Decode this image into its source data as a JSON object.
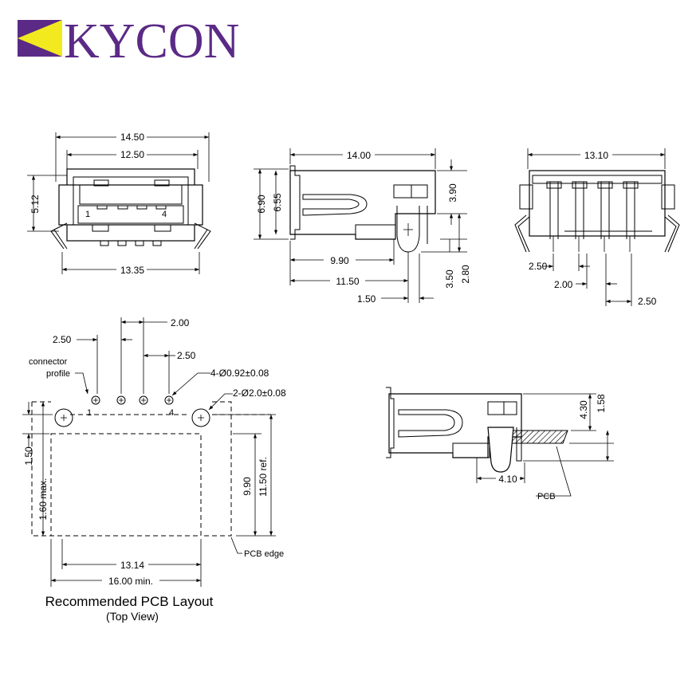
{
  "brand": {
    "name": "KYCON",
    "color": "#5b2a86",
    "accent": "#f2ea1e"
  },
  "front_view": {
    "dims": [
      "14.50",
      "12.50",
      "5.12",
      "13.35"
    ],
    "pins": [
      "1",
      "4"
    ]
  },
  "side_view": {
    "dims": [
      "14.00",
      "6.90",
      "6.55",
      "3.90",
      "9.90",
      "11.50",
      "1.50",
      "3.50",
      "2.80"
    ]
  },
  "rear_view": {
    "dims": [
      "13.10",
      "2.50",
      "2.00",
      "2.50"
    ]
  },
  "pcb_layout": {
    "dims": [
      "2.50",
      "2.00",
      "2.50",
      "4-Ø0.92±0.08",
      "2-Ø2.0±0.08",
      "1.50",
      "1.60 max.",
      "9.90",
      "11.50 ref.",
      "13.14",
      "16.00 min."
    ],
    "labels": [
      "connector",
      "profile",
      "PCB edge"
    ],
    "pins": [
      "1",
      "4"
    ],
    "title": "Recommended PCB Layout",
    "subtitle": "(Top View)"
  },
  "mounted_view": {
    "dims": [
      "4.30",
      "1.58",
      "4.10"
    ],
    "label": "PCB"
  }
}
